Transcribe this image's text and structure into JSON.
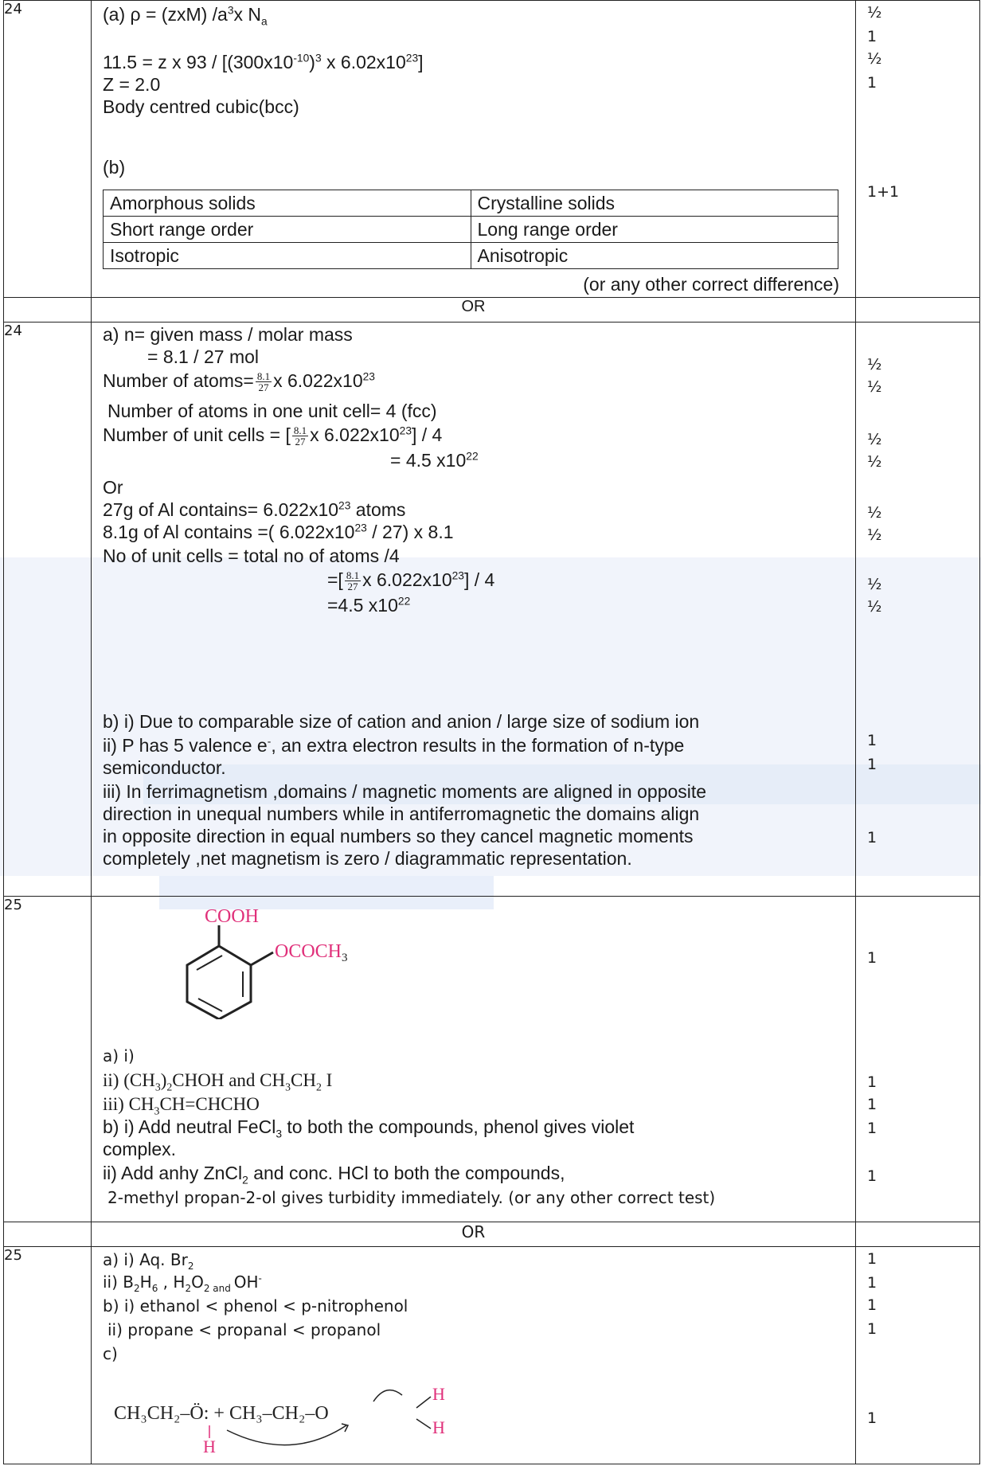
{
  "q24a": {
    "num": "24",
    "line1": "(a) ρ = (zxM) /a",
    "line1_sup": "3",
    "line1_end": "x N",
    "line1_sub": "a",
    "line2_a": "11.5 = z x 93 / [(300x10",
    "line2_sup1": "-10",
    "line2_b": ")",
    "line2_sup2": "3",
    "line2_c": " x 6.02x10",
    "line2_sup3": "23",
    "line2_d": "]",
    "line3": "Z = 2.0",
    "line4": "Body centred cubic(bcc)",
    "line5": "(b)",
    "table_rows": [
      [
        "Amorphous solids",
        "Crystalline solids"
      ],
      [
        "Short range order",
        "Long range order"
      ],
      [
        "Isotropic",
        "Anisotropic"
      ]
    ],
    "table_note": "(or any other correct difference)",
    "marks": [
      "½",
      "1",
      "½",
      "1",
      "1+1"
    ]
  },
  "or_label": "OR",
  "q24b": {
    "num": "24",
    "l1": "a) n= given mass / molar mass",
    "l2": "= 8.1 / 27 mol",
    "l3a": "Number of atoms=",
    "frac_top": "8.1",
    "frac_bot": "27",
    "l3b": "x 6.022x10",
    "sup23": "23",
    "l4": "Number of atoms in one unit cell= 4 (fcc)",
    "l5a": "Number of unit cells = [",
    "l5b": "x 6.022x10",
    "l5c": "] / 4",
    "l6a": "= 4.5 x10",
    "sup22": "22",
    "l7": "Or",
    "l8a": "27g of Al contains= 6.022x10",
    "l8b": " atoms",
    "l9a": "8.1g of Al contains =( 6.022x10",
    "l9b": " / 27) x 8.1",
    "l10": "No of unit cells = total no of atoms /4",
    "l11a": "=[",
    "l11b": "x 6.022x10",
    "l11c": "] / 4",
    "l12a": "=4.5 x10",
    "b1": "b) i) Due to comparable size of cation and anion / large size of sodium ion",
    "b2a": "ii)  P has 5 valence e",
    "b2sup": "-",
    "b2b": ", an extra electron results in the formation of n-type",
    "b3": "semiconductor.",
    "b4": "iii) In ferrimagnetism ,domains / magnetic moments are aligned in opposite",
    "b5": "direction in unequal numbers  while in antiferromagnetic the domains align",
    "b6": "in opposite direction in equal numbers so they cancel magnetic moments",
    "b7": "completely ,net magnetism is zero / diagrammatic representation.",
    "marks": [
      "½",
      "½",
      "½",
      "½",
      "½",
      "½",
      "½",
      "½",
      "1",
      "1",
      "1"
    ]
  },
  "q25a": {
    "num": "25",
    "struct_cooh": "COOH",
    "struct_ococ": "OCOCH",
    "struct_sub": "3",
    "a1": "a) i)",
    "a2a": "ii) (CH",
    "a2b": ")",
    "a2c": "CHOH and  CH",
    "a2d": "CH",
    "a2e": " I",
    "sub3": "3",
    "sub2": "2",
    "a3a": "iii) CH",
    "a3b": "CH=CHCHO",
    "b1a": "b) i) Add neutral FeCl",
    "b1b": " to both the compounds, phenol gives violet",
    "b2": "complex.",
    "b3a": "ii) Add anhy ZnCl",
    "b3b": "  and conc. HCl to both the compounds,",
    "b4": "2-methyl propan-2-ol  gives  turbidity immediately. (or any other correct test)",
    "marks": [
      "1",
      "1",
      "1",
      "1",
      "1"
    ]
  },
  "q25b": {
    "num": "25",
    "l1a": "a) i) Aq. Br",
    "l2a": "ii) B",
    "l2b": "H",
    "l2c": " ,  H",
    "l2d": "O",
    "l2e": " and ",
    "l2f": "OH",
    "l2sup": "-",
    "l3": "b) i)  ethanol < phenol < p-nitrophenol",
    "l4": "ii) propane < propanal < propanol",
    "l5": "c)",
    "mech_left": "CH₃CH₂–Ö: + CH₃–CH₂–O",
    "mech_H": "H",
    "marks": [
      "1",
      "1",
      "1",
      "1",
      "1"
    ]
  }
}
